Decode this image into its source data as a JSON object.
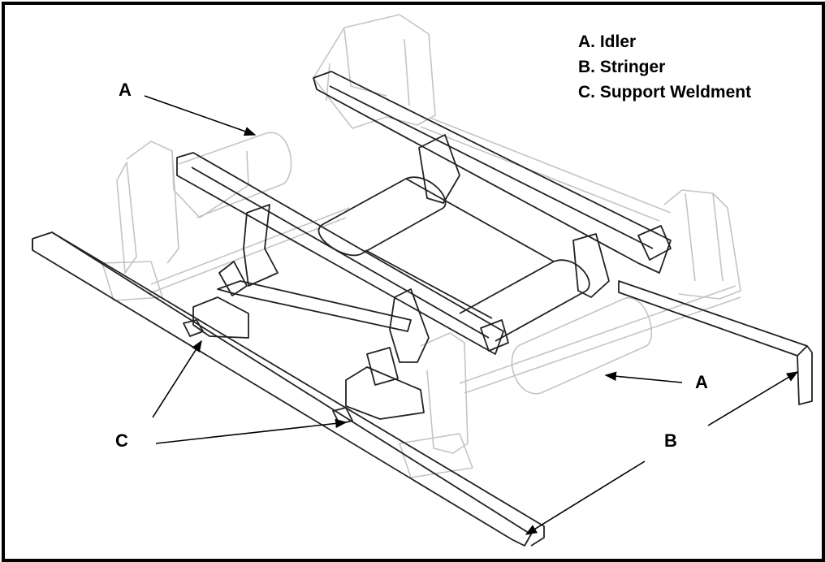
{
  "legend": {
    "items": [
      {
        "key": "A",
        "label": "A. Idler"
      },
      {
        "key": "B",
        "label": "B. Stringer"
      },
      {
        "key": "C",
        "label": "C. Support Weldment"
      }
    ]
  },
  "callouts": {
    "a_top": "A",
    "a_right": "A",
    "b": "B",
    "c": "C"
  },
  "colors": {
    "frame": "#000000",
    "ghost_part": "#c4c4c4",
    "line_part": "#222222"
  }
}
